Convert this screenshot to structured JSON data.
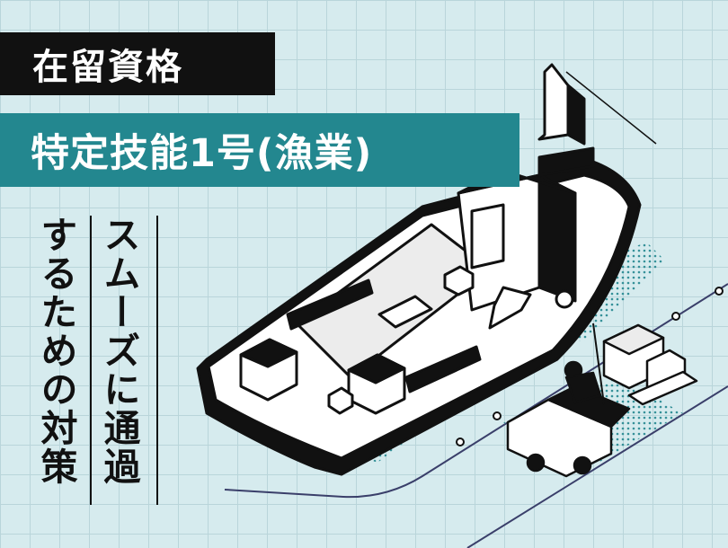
{
  "header": {
    "line1": "在留資格",
    "line2": "特定技能1号(漁業)"
  },
  "tagline": {
    "col1": "スムーズに通過",
    "col2": "するための対策"
  },
  "colors": {
    "teal": "#23878f",
    "black": "#111111",
    "background": "#d6ebee"
  }
}
